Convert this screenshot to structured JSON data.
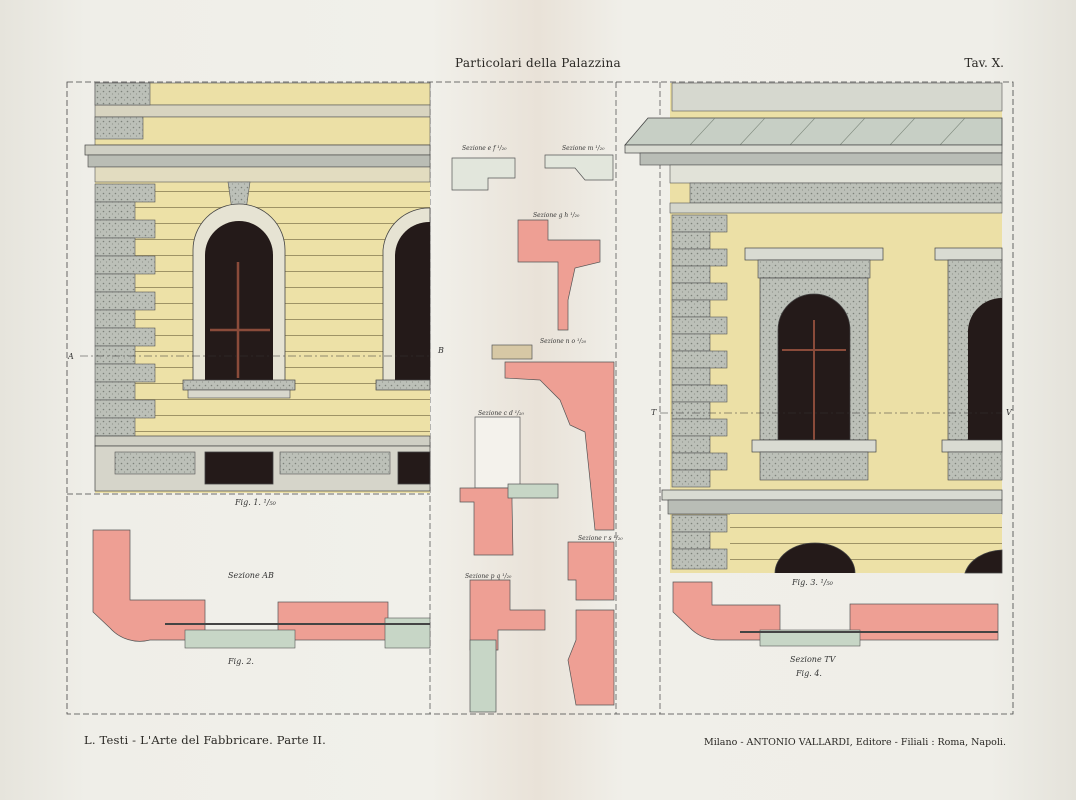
{
  "header": {
    "title": "Particolari della Palazzina",
    "plate_number": "Tav. X."
  },
  "figures": {
    "fig1": "Fig. 1. ¹/₅₀",
    "fig2": "Fig. 2.",
    "fig3": "Fig. 3. ¹/₅₀",
    "fig4": "Fig. 4.",
    "sezione_ab": "Sezione AB",
    "sezione_tv": "Sezione TV",
    "sezione_ef": "Sezione e f ¹/₂₀",
    "sezione_m": "Sezione m ¹/₂₀",
    "sezione_gh": "Sezione g h ¹/₂₀",
    "sezione_no": "Sezione n o ¹/₂₀",
    "sezione_cd": "Sezione c d ¹/₂₀",
    "sezione_rs": "Sezione r s ¹/₂₀",
    "sezione_pq": "Sezione p q ¹/₂₀",
    "letter_a": "A",
    "letter_b": "B",
    "letter_t": "T",
    "letter_v": "V"
  },
  "footer": {
    "left_credit": "L. Testi - L'Arte del Fabbricare. Parte II.",
    "right_credit": "Milano - ANTONIO VALLARDI, Editore - Filiali : Roma, Napoli."
  },
  "colors": {
    "facade_yellow": "#ece0a6",
    "section_pink": "#ee9f94",
    "section_green": "#c7d6c6",
    "stone_grey": "#b9bdb6",
    "window_dark": "#241a19"
  }
}
